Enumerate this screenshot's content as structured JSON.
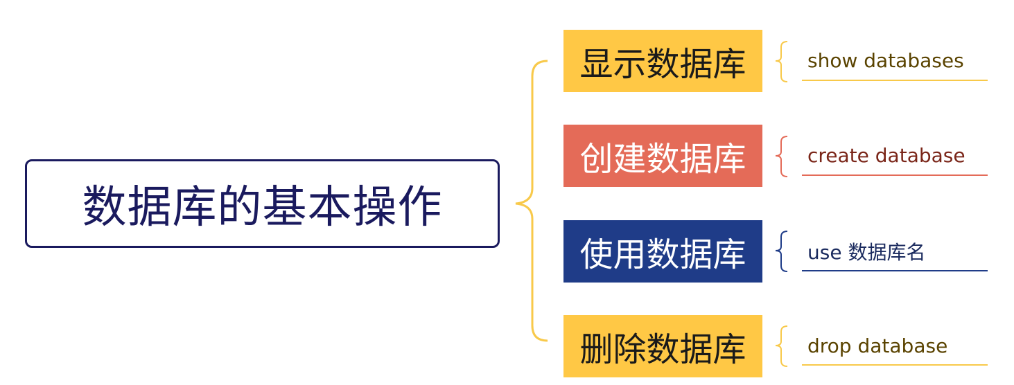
{
  "root": {
    "title": "数据库的基本操作",
    "border_color": "#1a1a5e"
  },
  "connector_color": "#f8c94a",
  "branches": [
    {
      "label": "显示数据库",
      "fill": "#ffc845",
      "text_color": "#1a1a1a",
      "command": "show databases",
      "command_color": "#5a4300",
      "accent": "#f8c94a"
    },
    {
      "label": "创建数据库",
      "fill": "#e46b58",
      "text_color": "#ffffff",
      "command": "create database",
      "command_color": "#7a2518",
      "accent": "#e46b58"
    },
    {
      "label": "使用数据库",
      "fill": "#1f3c88",
      "text_color": "#ffffff",
      "command": "use 数据库名",
      "command_color": "#1a2a5e",
      "accent": "#1f3c88"
    },
    {
      "label": "删除数据库",
      "fill": "#ffc845",
      "text_color": "#1a1a1a",
      "command": "drop database",
      "command_color": "#5a4300",
      "accent": "#f8c94a"
    }
  ]
}
